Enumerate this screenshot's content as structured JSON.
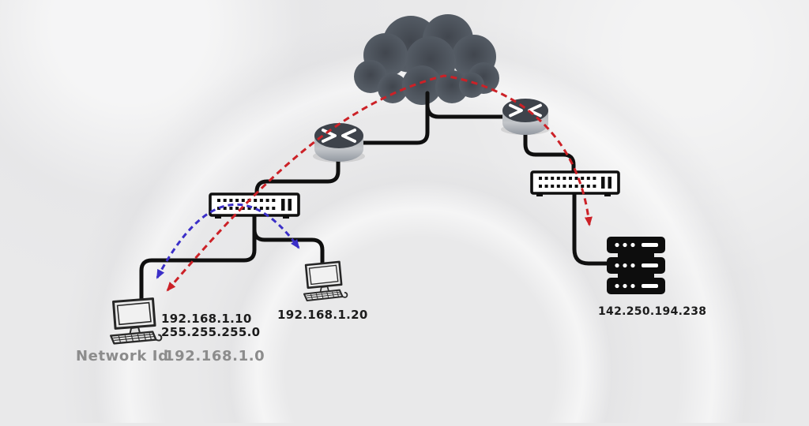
{
  "diagram": {
    "type": "network-topology",
    "labels": {
      "host1_ip": "192.168.1.10",
      "host1_mask": "255.255.255.0",
      "host2_ip": "192.168.1.20",
      "server_ip": "142.250.194.238",
      "network_id_label": "Network Id",
      "network_id_value": "192.168.1.0"
    },
    "nodes": [
      {
        "id": "internet-cloud",
        "type": "cloud"
      },
      {
        "id": "router-1",
        "type": "router"
      },
      {
        "id": "router-2",
        "type": "router"
      },
      {
        "id": "switch-1",
        "type": "switch"
      },
      {
        "id": "switch-2",
        "type": "switch"
      },
      {
        "id": "pc-1",
        "type": "computer",
        "ip": "192.168.1.10",
        "subnet_mask": "255.255.255.0"
      },
      {
        "id": "pc-2",
        "type": "computer",
        "ip": "192.168.1.20"
      },
      {
        "id": "server-stack",
        "type": "server",
        "ip": "142.250.194.238"
      }
    ],
    "links": [
      {
        "from": "internet-cloud",
        "to": "router-1"
      },
      {
        "from": "internet-cloud",
        "to": "router-2"
      },
      {
        "from": "router-1",
        "to": "switch-1"
      },
      {
        "from": "switch-1",
        "to": "pc-1"
      },
      {
        "from": "switch-1",
        "to": "pc-2"
      },
      {
        "from": "router-2",
        "to": "switch-2"
      },
      {
        "from": "switch-2",
        "to": "server-stack"
      }
    ],
    "flows": [
      {
        "id": "remote-flow",
        "from": "192.168.1.10",
        "to": "142.250.194.238",
        "style": "dashed",
        "bidirectional": true,
        "color": "#cc2127"
      },
      {
        "id": "local-flow",
        "from": "192.168.1.10",
        "to": "192.168.1.20",
        "style": "dashed",
        "bidirectional": true,
        "color": "#3b2fc8"
      }
    ],
    "colors": {
      "background": "#e9e9ea",
      "wire": "#0f0f0f",
      "cloud": "#565d66",
      "red_path": "#cc2127",
      "blue_path": "#3b2fc8",
      "text_dark": "#1c1c1c",
      "text_gray": "#8c8c8c"
    }
  }
}
